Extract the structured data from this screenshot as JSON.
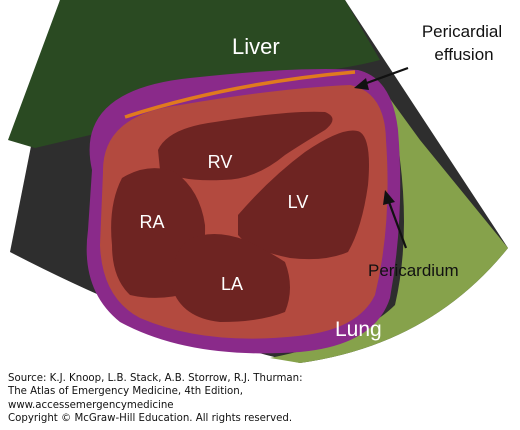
{
  "diagram": {
    "labels": {
      "liver": "Liver",
      "rv": "RV",
      "ra": "RA",
      "lv": "LV",
      "la": "LA",
      "lung": "Lung",
      "pericardial_effusion_line1": "Pericardial",
      "pericardial_effusion_line2": "effusion",
      "pericardium": "Pericardium"
    },
    "colors": {
      "background_sector": "#2e2e2e",
      "liver": "#2a4a22",
      "lung": "#86a24b",
      "pericardium": "#8a2a8a",
      "effusion": "#e07a1e",
      "myocardium": "#b34a3f",
      "chambers": "#6e2422"
    }
  },
  "source": {
    "line1": "Source: K.J. Knoop, L.B. Stack, A.B. Storrow, R.J. Thurman:",
    "line2": "The Atlas of Emergency Medicine, 4th Edition,",
    "line3": "www.accessemergencymedicine",
    "line4": "Copyright © McGraw-Hill Education. All rights reserved."
  }
}
